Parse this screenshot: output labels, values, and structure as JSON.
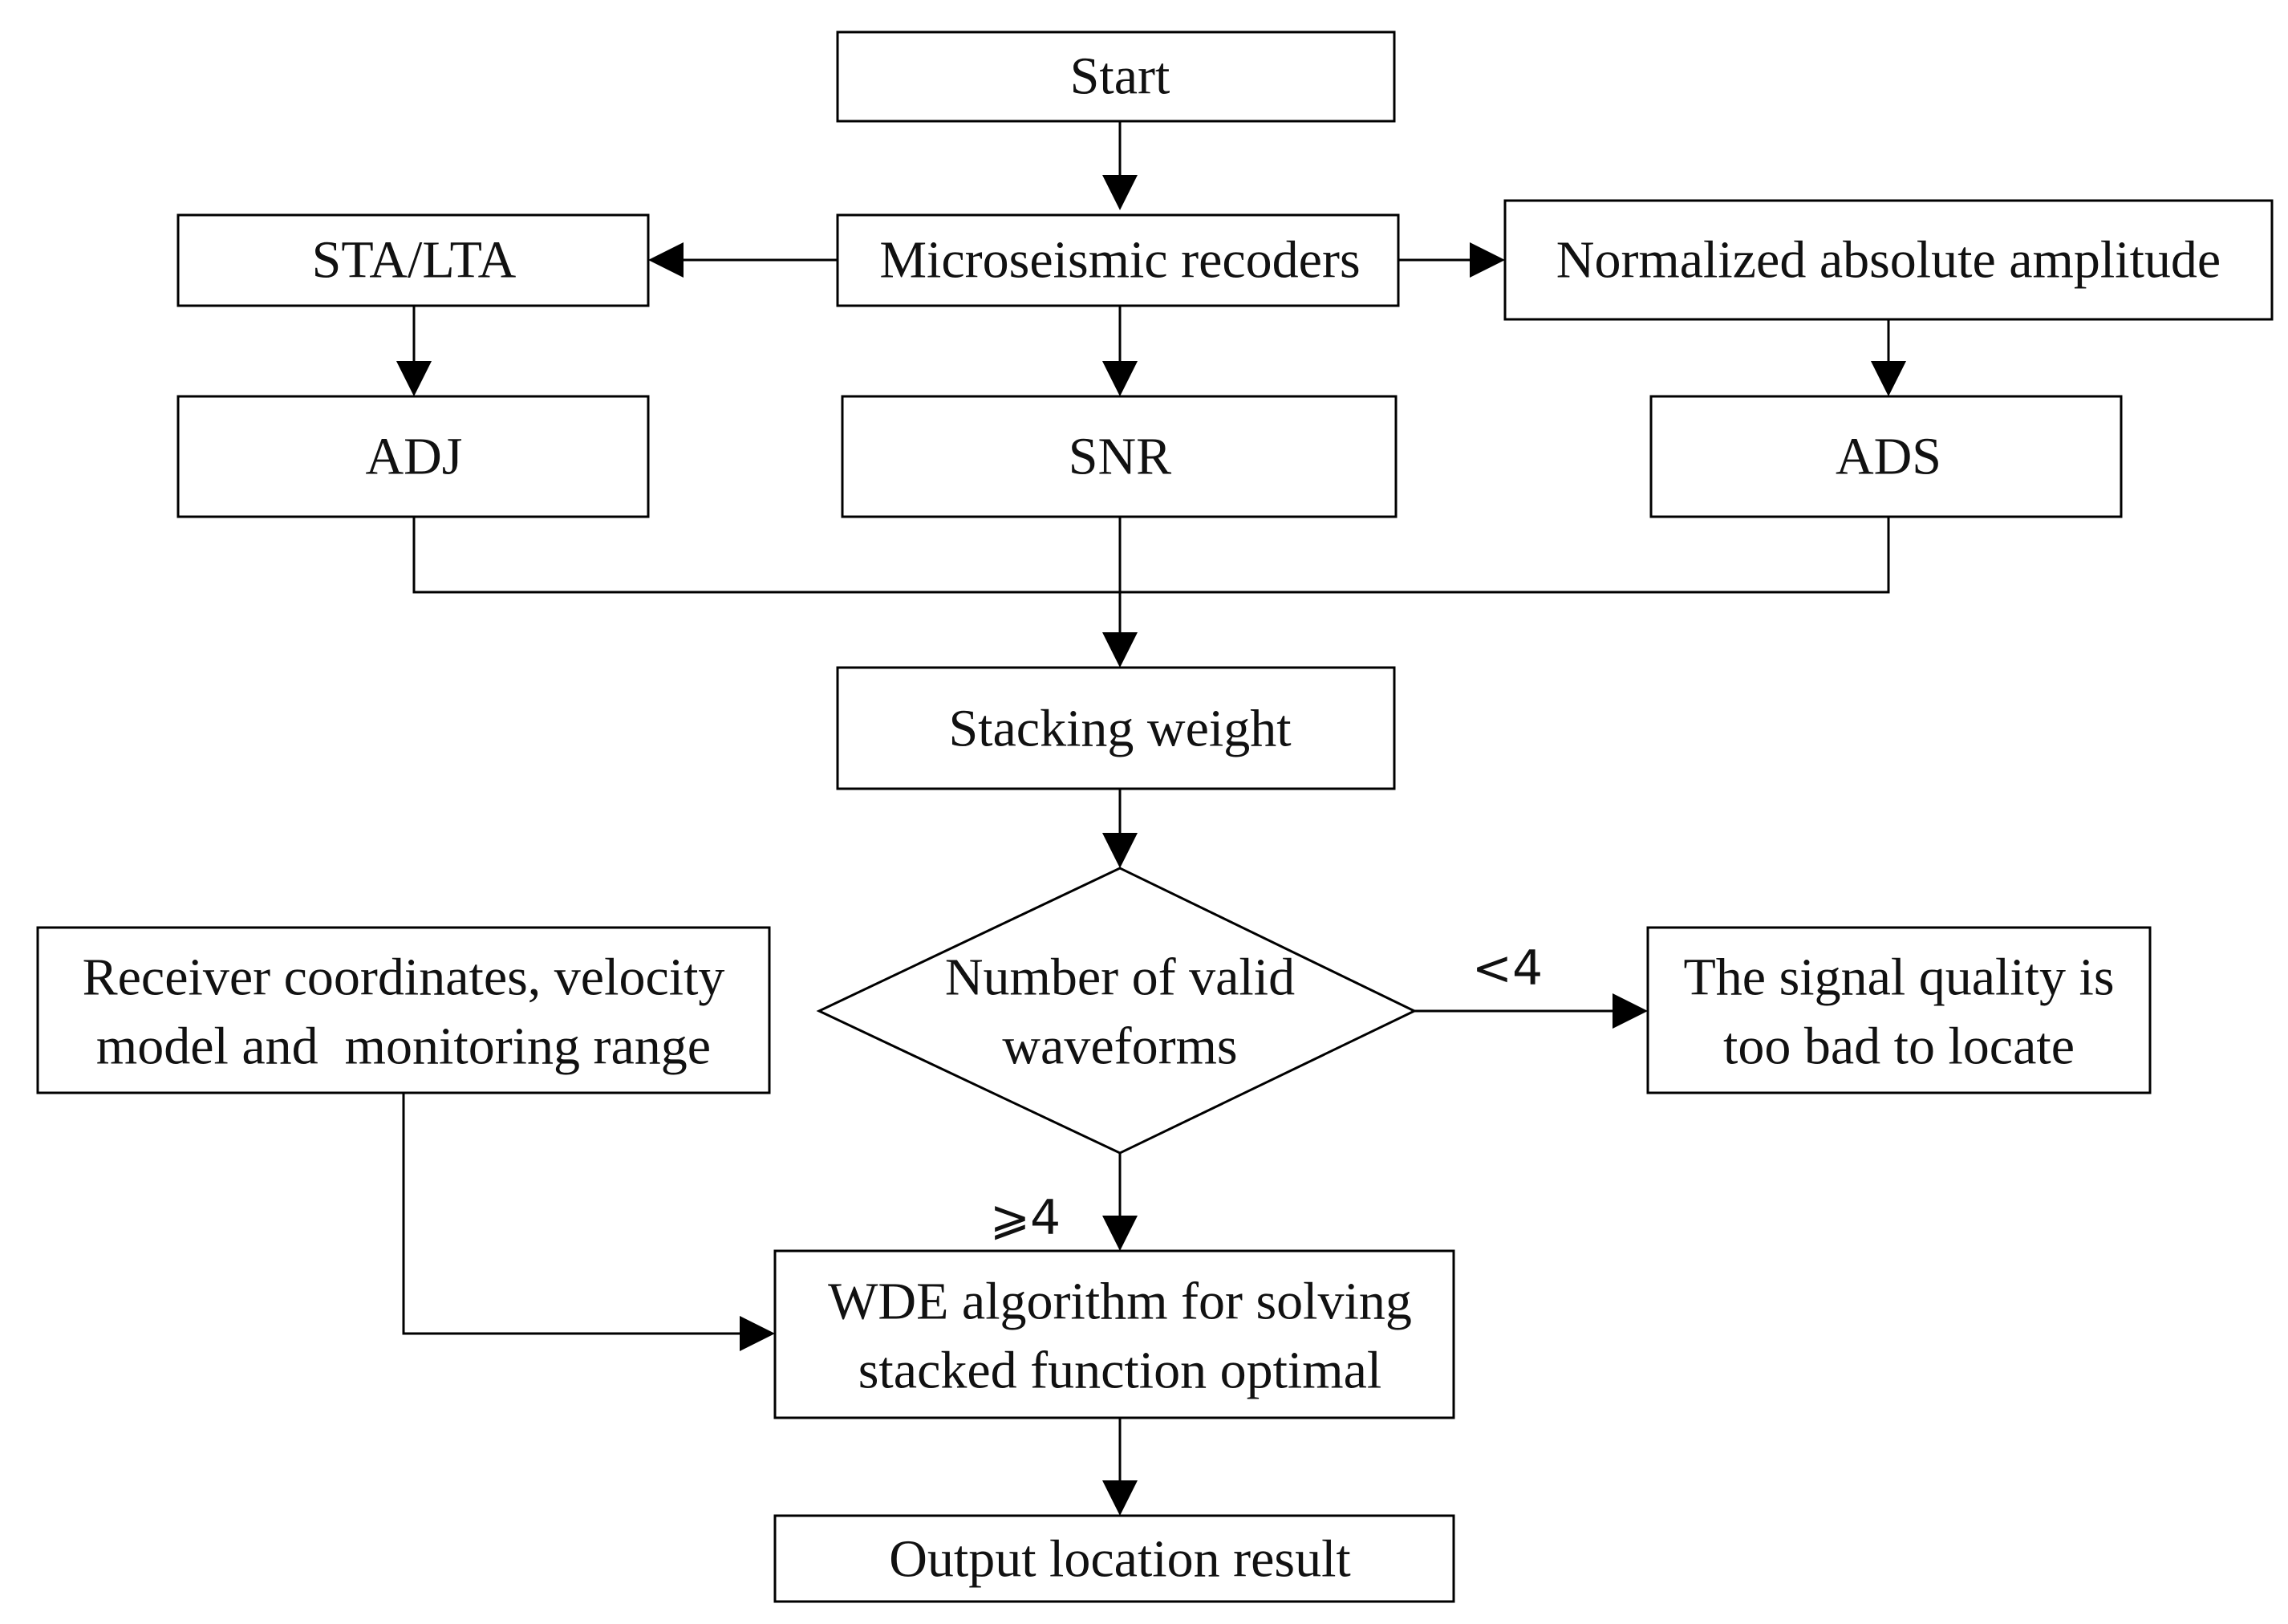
{
  "nodes": {
    "start": {
      "lines": [
        "Start"
      ]
    },
    "recorders": {
      "lines": [
        "Microseismic recoders"
      ]
    },
    "sta_lta": {
      "lines": [
        "STA/LTA"
      ]
    },
    "normalized": {
      "lines": [
        "Normalized absolute amplitude"
      ]
    },
    "adj": {
      "lines": [
        "ADJ"
      ]
    },
    "snr": {
      "lines": [
        "SNR"
      ]
    },
    "ads": {
      "lines": [
        "ADS"
      ]
    },
    "stacking": {
      "lines": [
        "Stacking weight"
      ]
    },
    "decision": {
      "lines": [
        "Number of valid",
        "waveforms"
      ]
    },
    "receiver": {
      "lines": [
        "Receiver coordinates, velocity",
        "model and  monitoring range"
      ]
    },
    "bad_quality": {
      "lines": [
        "The signal quality is",
        "too bad to locate"
      ]
    },
    "wde": {
      "lines": [
        "WDE algorithm for solving",
        "stacked function optimal"
      ]
    },
    "output": {
      "lines": [
        "Output location result"
      ]
    }
  },
  "conditions": {
    "less_than": "<4",
    "greater_equal": "⩾4"
  }
}
